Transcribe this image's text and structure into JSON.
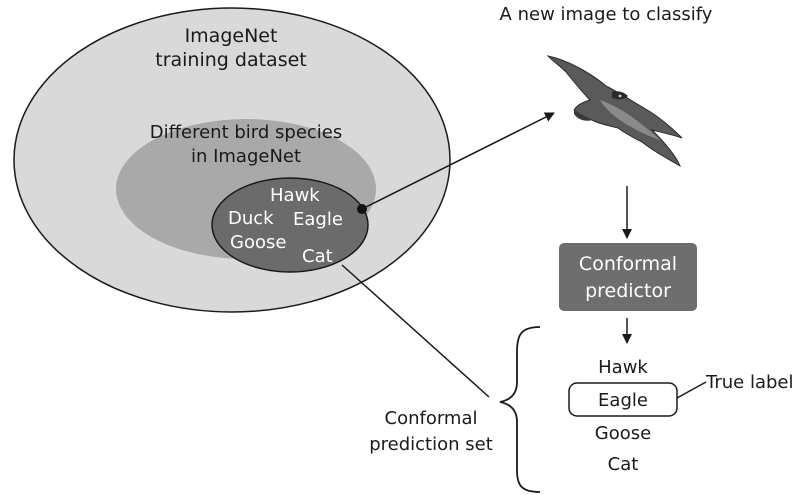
{
  "diagram": {
    "outer_set": {
      "line1": "ImageNet",
      "line2": "training dataset"
    },
    "middle_set": {
      "line1": "Different bird species",
      "line2": "in ImageNet"
    },
    "inner_set": {
      "items": [
        "Hawk",
        "Eagle",
        "Duck",
        "Goose",
        "Cat"
      ]
    },
    "new_image": {
      "title": "A new image to classify",
      "icon": "bird-icon"
    },
    "predictor": {
      "line1": "Conformal",
      "line2": "predictor"
    },
    "prediction_set": {
      "items": [
        "Hawk",
        "Eagle",
        "Goose",
        "Cat"
      ],
      "highlighted": "Eagle",
      "true_label": "True label",
      "caption_line1": "Conformal",
      "caption_line2": "prediction set"
    },
    "colors": {
      "outer": "#d9d9d9",
      "middle": "#a9a9a9",
      "inner": "#6b6b6b",
      "predictor_box": "#6e6e6e",
      "ink": "#1a1a1a",
      "white_text": "#ffffff"
    }
  }
}
